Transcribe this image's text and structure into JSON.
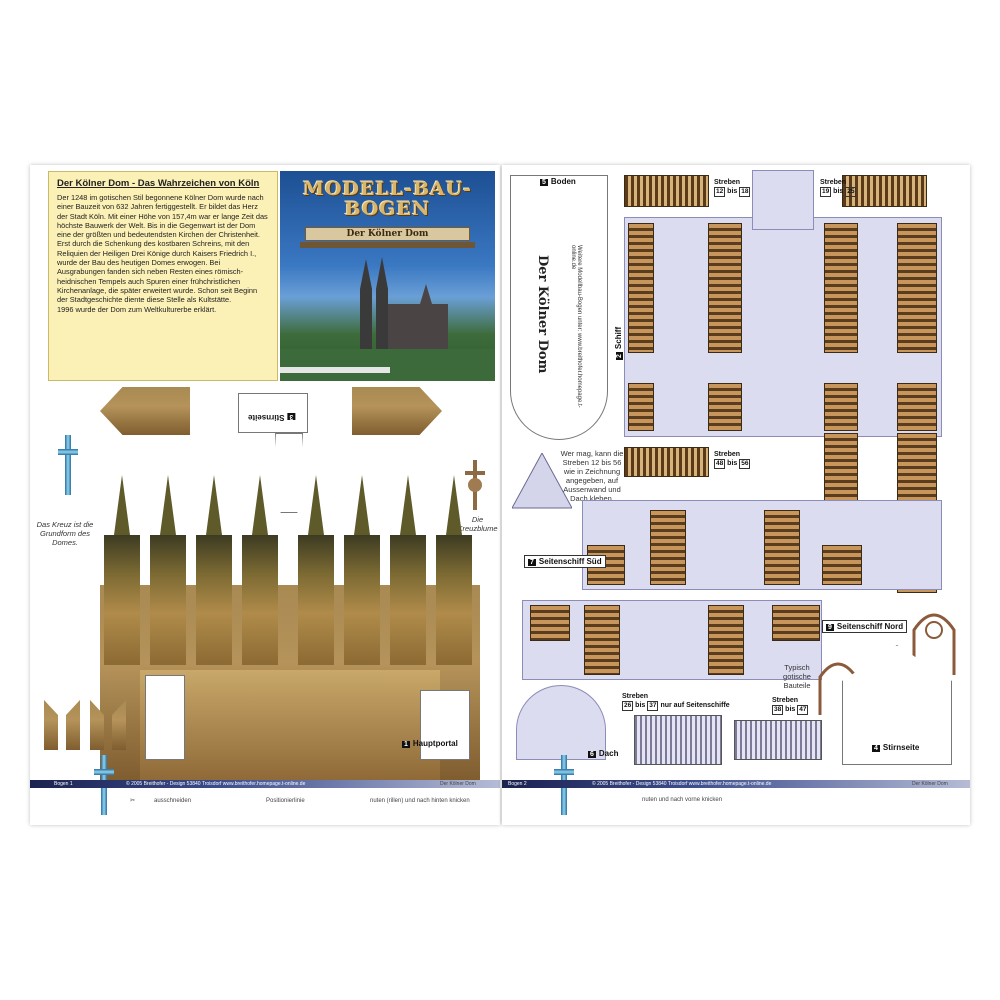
{
  "sheet1": {
    "info": {
      "title": "Der Kölner Dom - Das Wahrzeichen von Köln",
      "text": "Der 1248 im gotischen Stil begonnene Kölner Dom wurde nach einer Bauzeit von 632 Jahren fertiggestellt. Er bildet das Herz der Stadt Köln. Mit einer Höhe von 157,4m war er lange Zeit das höchste Bauwerk der Welt. Bis in die Gegenwart ist der Dom eine der größten und bedeutendsten Kirchen der Christenheit. Erst durch die Schenkung des kostbaren Schreins, mit den Reliquien der Heiligen Drei Könige durch Kaisers Friedrich I., wurde der Bau des heutigen Domes erwogen. Bei Ausgrabungen fanden sich neben Resten eines römisch-heidnischen Tempels auch Spuren einer frühchristlichen Kirchenanlage, die später erweitert wurde. Schon seit Beginn der Stadtgeschichte diente diese Stelle als Kultstätte.",
      "text2": "1996 wurde der Dom zum Weltkulturerbe erklärt."
    },
    "cover": {
      "logo_line1": "MODELL-BAU-",
      "logo_line2": "BOGEN",
      "banner": "Der Kölner Dom"
    },
    "captions": {
      "kreuz": "Das Kreuz ist die Grundform des Domes.",
      "kreuzblume": "Die Kreuzblume"
    },
    "parts": {
      "stirnseite_num": "3",
      "stirnseite": "Stirnseite",
      "hauptportal_num": "1",
      "hauptportal": "Hauptportal"
    },
    "footer": {
      "sheet": "Bogen 1",
      "copyright": "© 2005 Breithofer - Design  53840 Troisdorf  www.breithofer.homepage.t-online.de",
      "title": "Der Kölner Dom"
    },
    "legend": {
      "cut": "ausschneiden",
      "position": "Positionierlinie",
      "fold": "nuten (rillen) und nach hinten knicken"
    }
  },
  "sheet2": {
    "boden_num": "5",
    "boden": "Boden",
    "boden_title": "Der Kölner Dom",
    "boden_note": "Weitere Modellbau-Bogen unter: www.breithofer.homepage.t-online.de",
    "schiff_num": "2",
    "schiff": "Schiff",
    "streben": [
      {
        "label": "Streben",
        "from": "12",
        "to": "18"
      },
      {
        "label": "Streben",
        "from": "19",
        "to": "25"
      },
      {
        "label": "Streben",
        "from": "48",
        "to": "56"
      },
      {
        "label": "Streben",
        "from": "26",
        "to": "37",
        "suffix": "nur auf Seitenschiffe"
      },
      {
        "label": "Streben",
        "from": "38",
        "to": "47"
      }
    ],
    "question": "Wer mag, kann die Streben 12 bis 56 wie in Zeichnung angegeben, auf Aussenwand und Dach kleben.",
    "seitenschiff_sued_num": "7",
    "seitenschiff_sued": "Seitenschiff Süd",
    "seitenschiff_nord_num": "9",
    "seitenschiff_nord": "Seitenschiff Nord",
    "dach_num": "6",
    "dach": "Dach",
    "stirnseite_num": "4",
    "stirnseite": "Stirnseite",
    "gothic_caption": "Typisch gotische Bauteile",
    "footer": {
      "sheet": "Bogen 2",
      "copyright": "© 2005 Breithofer - Design  53840 Troisdorf  www.breithofer.homepage.t-online.de",
      "title": "Der Kölner Dom"
    },
    "legend": {
      "fold": "nuten und nach vorne knicken"
    }
  },
  "colors": {
    "info_bg": "#fbf1b6",
    "cover_sky": "#1d4f93",
    "stone": "#b5935a",
    "lavender": "#dcdcf0",
    "footer_navy": "#1c2250"
  }
}
